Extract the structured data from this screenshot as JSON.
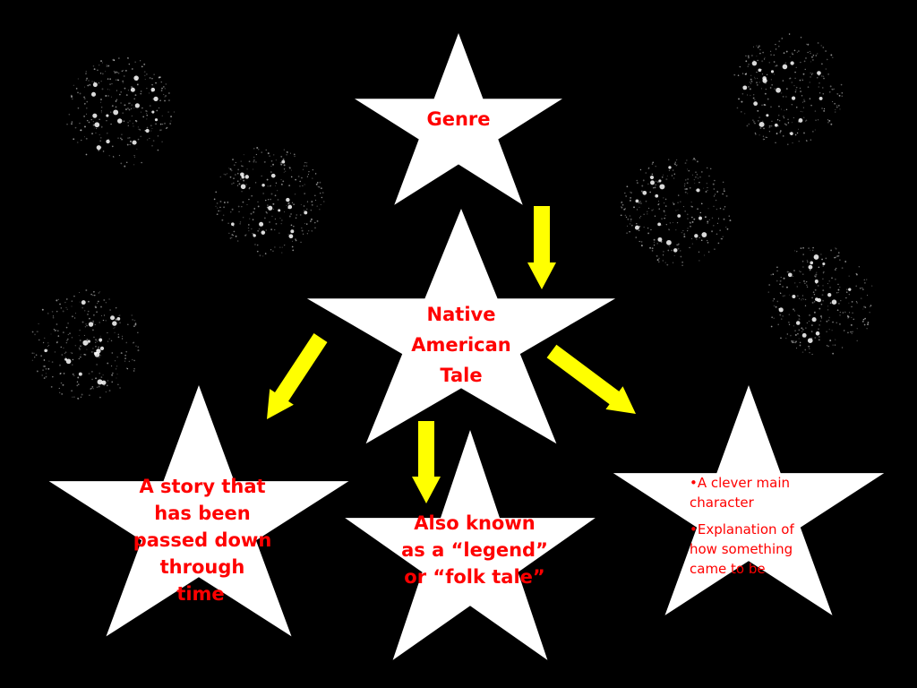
{
  "colors": {
    "background": "#000000",
    "star": "#ffffff",
    "text": "#ff0000",
    "arrow": "#ffff00"
  },
  "nodes": {
    "genre": {
      "lines": [
        "Genre"
      ]
    },
    "tale": {
      "lines": [
        "Native",
        "American",
        "Tale"
      ]
    },
    "definition": {
      "lines": [
        "A story that",
        "has been",
        "passed down",
        "through",
        "time"
      ]
    },
    "aka": {
      "lines": [
        "Also known",
        "as a “legend”",
        "or “folk tale”"
      ]
    },
    "traits": {
      "bullets": [
        "•A clever main character",
        "•Explanation of how something came to be"
      ],
      "lines": [
        [
          "•A clever main",
          "character"
        ],
        [
          "•Explanation of",
          "how something",
          "came to be"
        ]
      ]
    }
  }
}
